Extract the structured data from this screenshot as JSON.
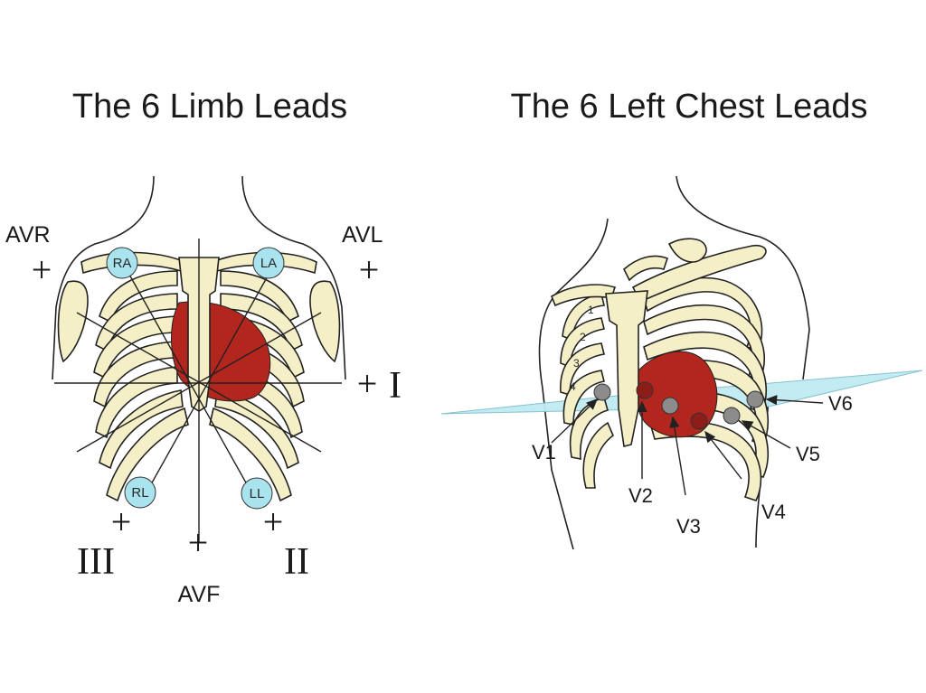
{
  "left_panel": {
    "title": "The 6 Limb Leads",
    "leads": {
      "avr": "AVR",
      "avl": "AVL",
      "i": "I",
      "ii": "II",
      "iii": "III",
      "avf": "AVF"
    },
    "plus_sign": "+",
    "electrodes": {
      "ra": "RA",
      "la": "LA",
      "rl": "RL",
      "ll": "LL"
    }
  },
  "right_panel": {
    "title": "The 6 Left Chest Leads",
    "leads": [
      "V1",
      "V2",
      "V3",
      "V4",
      "V5",
      "V6"
    ],
    "rib_numbers": [
      "1",
      "2",
      "3",
      "4"
    ]
  },
  "colors": {
    "bone": "#f5efc7",
    "heart": "#b3261e",
    "electrode_fill": "#a9e3ee",
    "plane": "#bfeaf2",
    "chest_electrode": "#8c8c8c"
  }
}
